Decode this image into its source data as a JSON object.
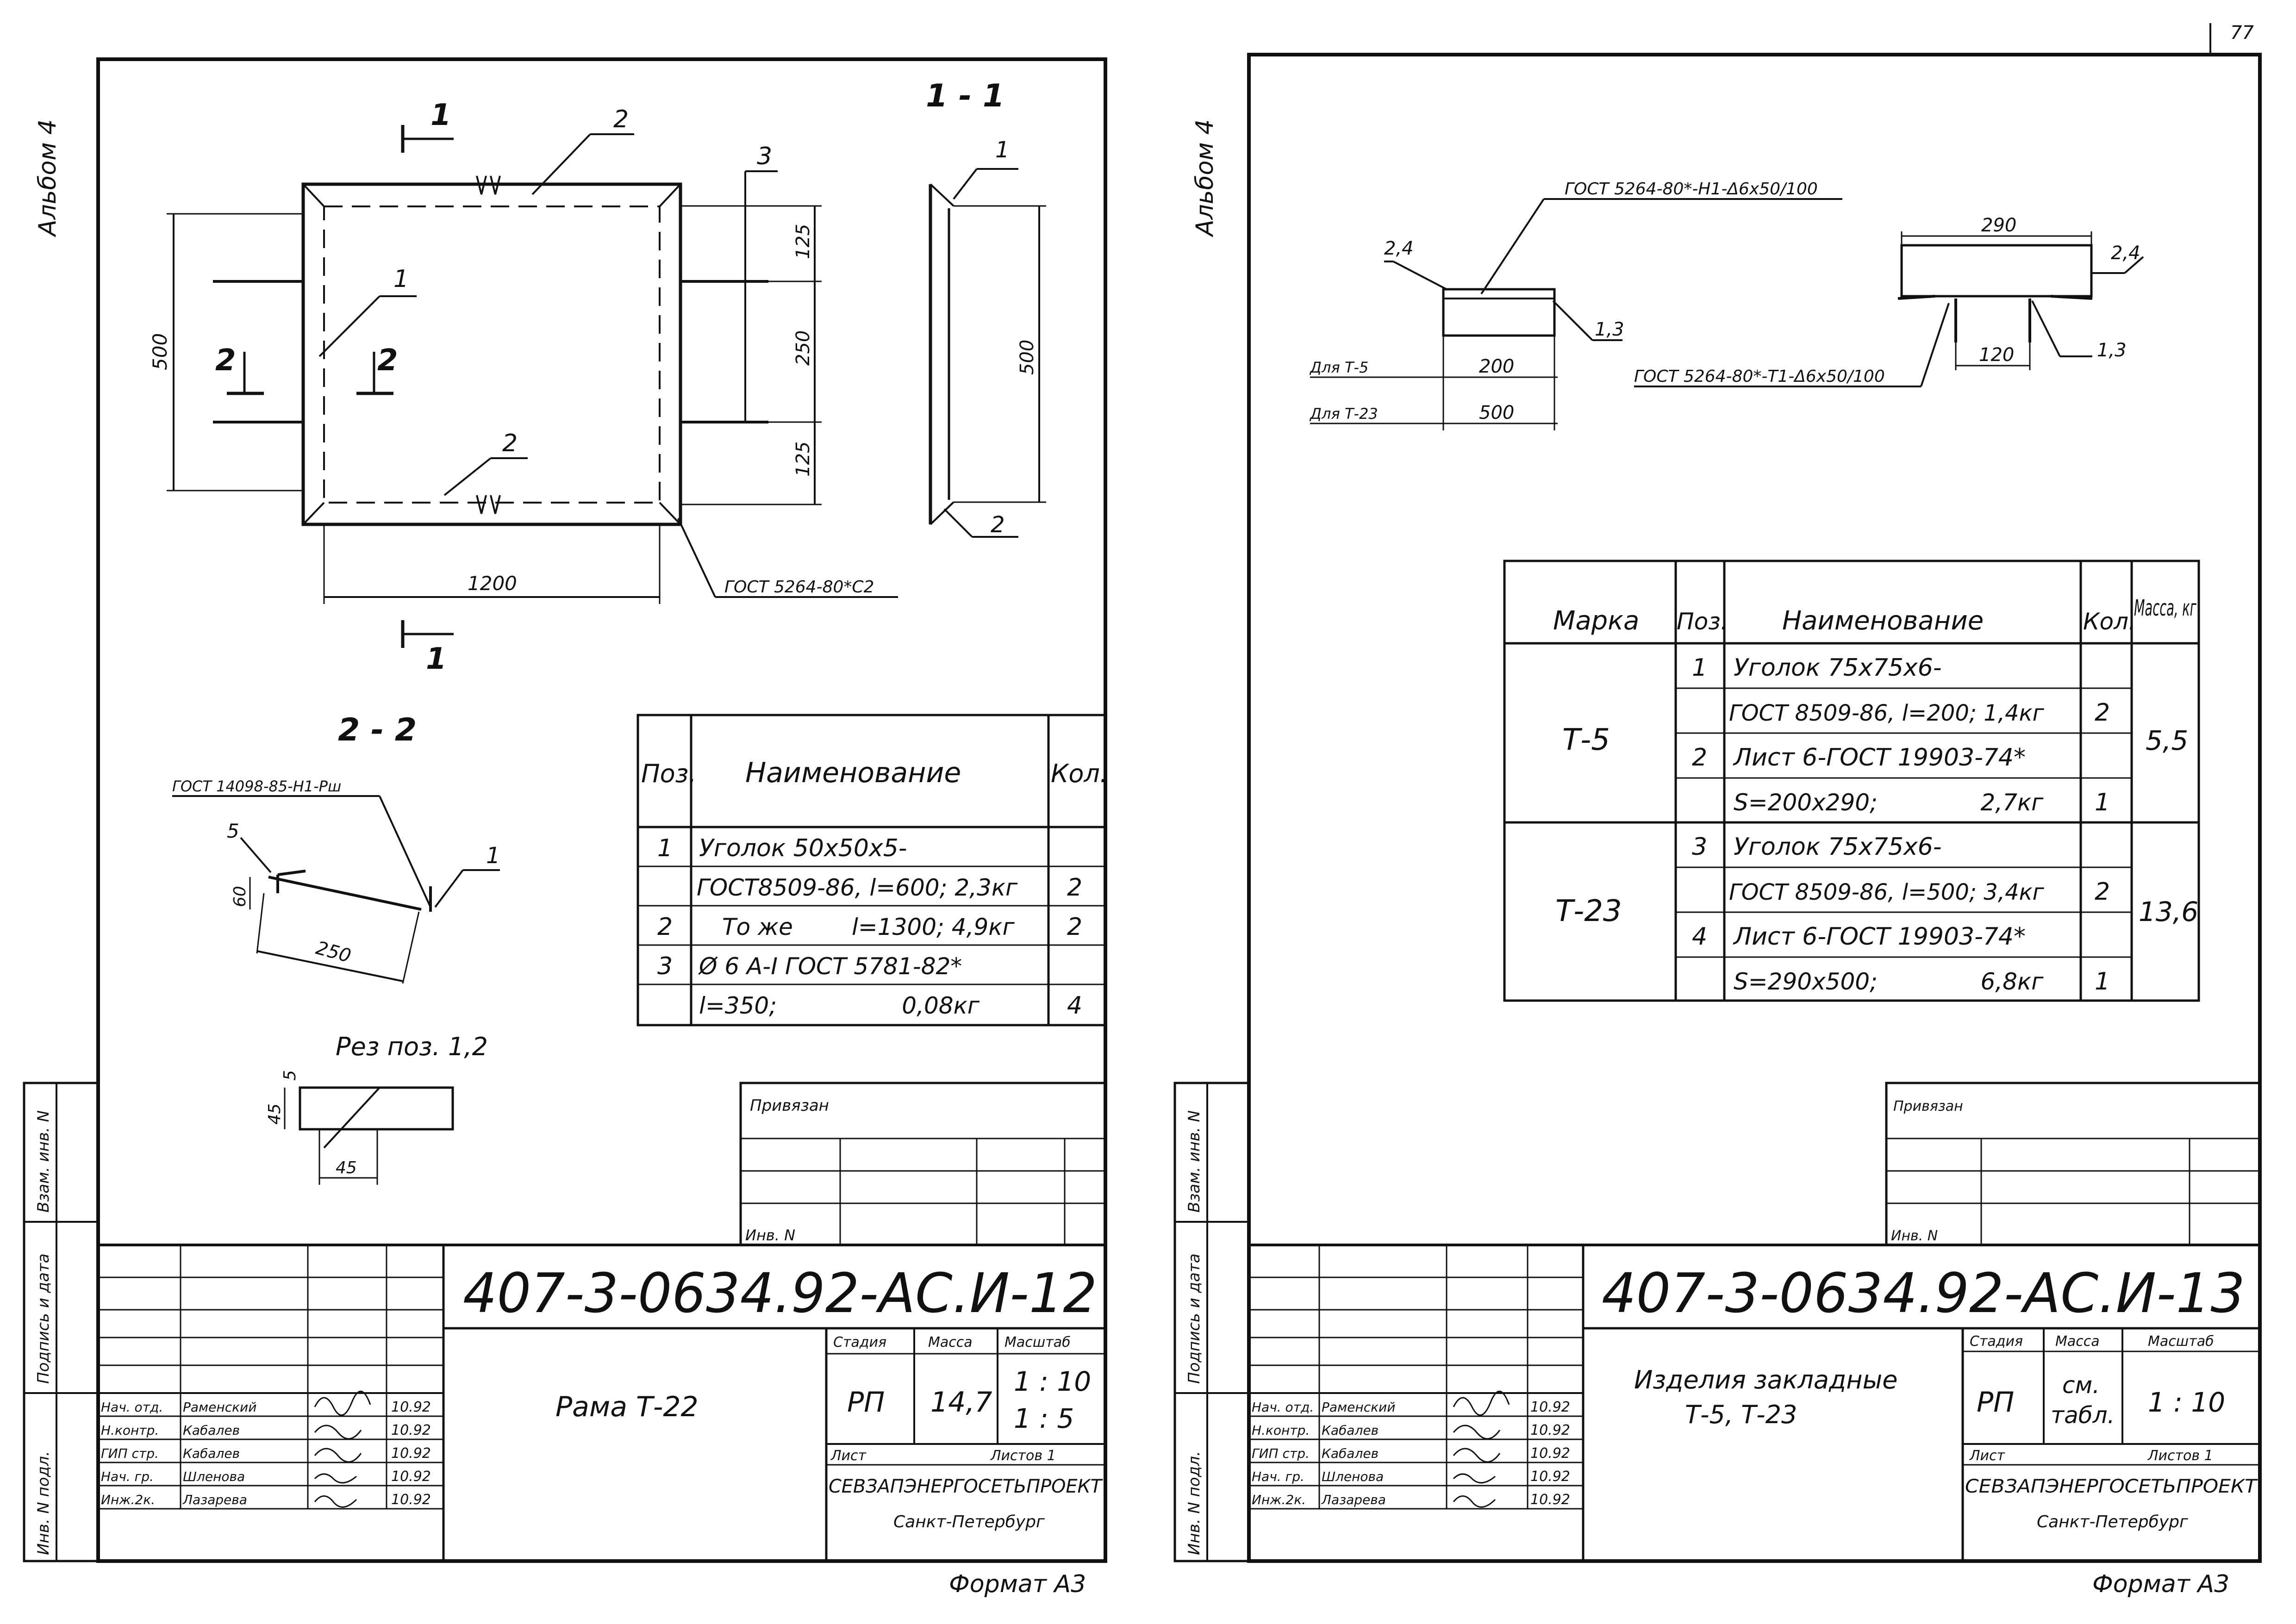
{
  "page_number": "77",
  "left": {
    "album": "Альбом 4",
    "dims": {
      "d500": "500",
      "d1200": "1200",
      "d125a": "125",
      "d250": "250",
      "d125b": "125",
      "d500r": "500",
      "d60": "60",
      "d250s": "250",
      "d45v": "45",
      "d5": "5",
      "d45h": "45"
    },
    "pos_labels": {
      "p1": "1",
      "p2top": "2",
      "p2bot": "2",
      "p3": "3",
      "p1s": "1",
      "p2s": "2",
      "p1sec": "1",
      "p5sec": "5"
    },
    "cut_labels": {
      "c1top": "1",
      "c1bot": "1",
      "c2l": "2",
      "c2r": "2"
    },
    "section_11": "1 - 1",
    "section_22": "2 - 2",
    "gost_c2": "ГОСТ 5264-80*С2",
    "gost_14098": "ГОСТ 14098-85-Н1-Рш",
    "cut_caption": "Рез поз. 1,2",
    "spec": {
      "headers": [
        "Поз.",
        "Наименование",
        "Кол."
      ],
      "rows": [
        {
          "pos": "1",
          "name": "Уголок 50х50х5-",
          "qty": ""
        },
        {
          "pos": "",
          "name": "ГОСТ8509-86, l=600; 2,3кг",
          "qty": "2"
        },
        {
          "pos": "2",
          "name": "То же        l=1300; 4,9кг",
          "qty": "2"
        },
        {
          "pos": "3",
          "name": "Ø 6 А-I ГОСТ 5781-82*",
          "qty": ""
        },
        {
          "pos": "",
          "name": "l=350;                 0,08кг",
          "qty": "4"
        }
      ]
    },
    "side_stamp": [
      "Взам. инв. N",
      "Подпись и дата",
      "Инв. N подл."
    ],
    "privyazan": "Привязан",
    "inv_no": "Инв. N",
    "doc_code": "407-3-0634.92-АС.И-12",
    "title": "Рама Т-22",
    "signers": [
      {
        "role": "Нач. отд.",
        "name": "Раменский",
        "date": "10.92"
      },
      {
        "role": "Н.контр.",
        "name": "Кабалев",
        "date": "10.92"
      },
      {
        "role": "ГИП стр.",
        "name": "Кабалев",
        "date": "10.92"
      },
      {
        "role": "Нач. гр.",
        "name": "Шленова",
        "date": "10.92"
      },
      {
        "role": "Инж.2к.",
        "name": "Лазарева",
        "date": "10.92"
      }
    ],
    "stage_h": "Стадия",
    "mass_h": "Масса",
    "scale_h": "Масштаб",
    "stage": "РП",
    "mass": "14,7",
    "scale1": "1 : 10",
    "scale2": "1 : 5",
    "sheet_h": "Лист",
    "sheets_h": "Листов 1",
    "org": "СЕВЗАПЭНЕРГОСЕТЬПРОЕКТ",
    "city": "Санкт-Петербург",
    "format": "Формат А3"
  },
  "right": {
    "album": "Альбом 4",
    "gost_top": "ГОСТ 5264-80*-Н1-Δ6х50/100",
    "gost_bot": "ГОСТ 5264-80*-Т1-Δ6х50/100",
    "for_t5": "Для Т-5",
    "for_t23": "Для Т-23",
    "d200": "200",
    "d500": "500",
    "d290": "290",
    "d120": "120",
    "pos": {
      "a24": "2,4",
      "a13": "1,3",
      "b24": "2,4",
      "b13": "1,3"
    },
    "table": {
      "headers": [
        "Марка",
        "Поз.",
        "Наименование",
        "Кол.",
        "Масса, кг"
      ],
      "groups": [
        {
          "mark": "Т-5",
          "mass": "5,5",
          "rows": [
            {
              "pos": "1",
              "name": "Уголок 75х75х6-",
              "qty": ""
            },
            {
              "pos": "",
              "name": "ГОСТ 8509-86, l=200; 1,4кг",
              "qty": "2"
            },
            {
              "pos": "2",
              "name": "Лист 6-ГОСТ 19903-74*",
              "qty": ""
            },
            {
              "pos": "",
              "name": "S=200х290;              2,7кг",
              "qty": "1"
            }
          ]
        },
        {
          "mark": "Т-23",
          "mass": "13,6",
          "rows": [
            {
              "pos": "3",
              "name": "Уголок 75х75х6-",
              "qty": ""
            },
            {
              "pos": "",
              "name": "ГОСТ 8509-86, l=500; 3,4кг",
              "qty": "2"
            },
            {
              "pos": "4",
              "name": "Лист 6-ГОСТ 19903-74*",
              "qty": ""
            },
            {
              "pos": "",
              "name": "S=290х500;              6,8кг",
              "qty": "1"
            }
          ]
        }
      ]
    },
    "side_stamp": [
      "Взам. инв. N",
      "Подпись и дата",
      "Инв. N подл."
    ],
    "privyazan": "Привязан",
    "inv_no": "Инв. N",
    "doc_code": "407-3-0634.92-АС.И-13",
    "title1": "Изделия закладные",
    "title2": "Т-5, Т-23",
    "signers": [
      {
        "role": "Нач. отд.",
        "name": "Раменский",
        "date": "10.92"
      },
      {
        "role": "Н.контр.",
        "name": "Кабалев",
        "date": "10.92"
      },
      {
        "role": "ГИП стр.",
        "name": "Кабалев",
        "date": "10.92"
      },
      {
        "role": "Нач. гр.",
        "name": "Шленова",
        "date": "10.92"
      },
      {
        "role": "Инж.2к.",
        "name": "Лазарева",
        "date": "10.92"
      }
    ],
    "stage_h": "Стадия",
    "mass_h": "Масса",
    "scale_h": "Масштаб",
    "stage": "РП",
    "mass1": "см.",
    "mass2": "табл.",
    "scale": "1 : 10",
    "sheet_h": "Лист",
    "sheets_h": "Листов 1",
    "org": "СЕВЗАПЭНЕРГОСЕТЬПРОЕКТ",
    "city": "Санкт-Петербург",
    "format": "Формат А3"
  }
}
